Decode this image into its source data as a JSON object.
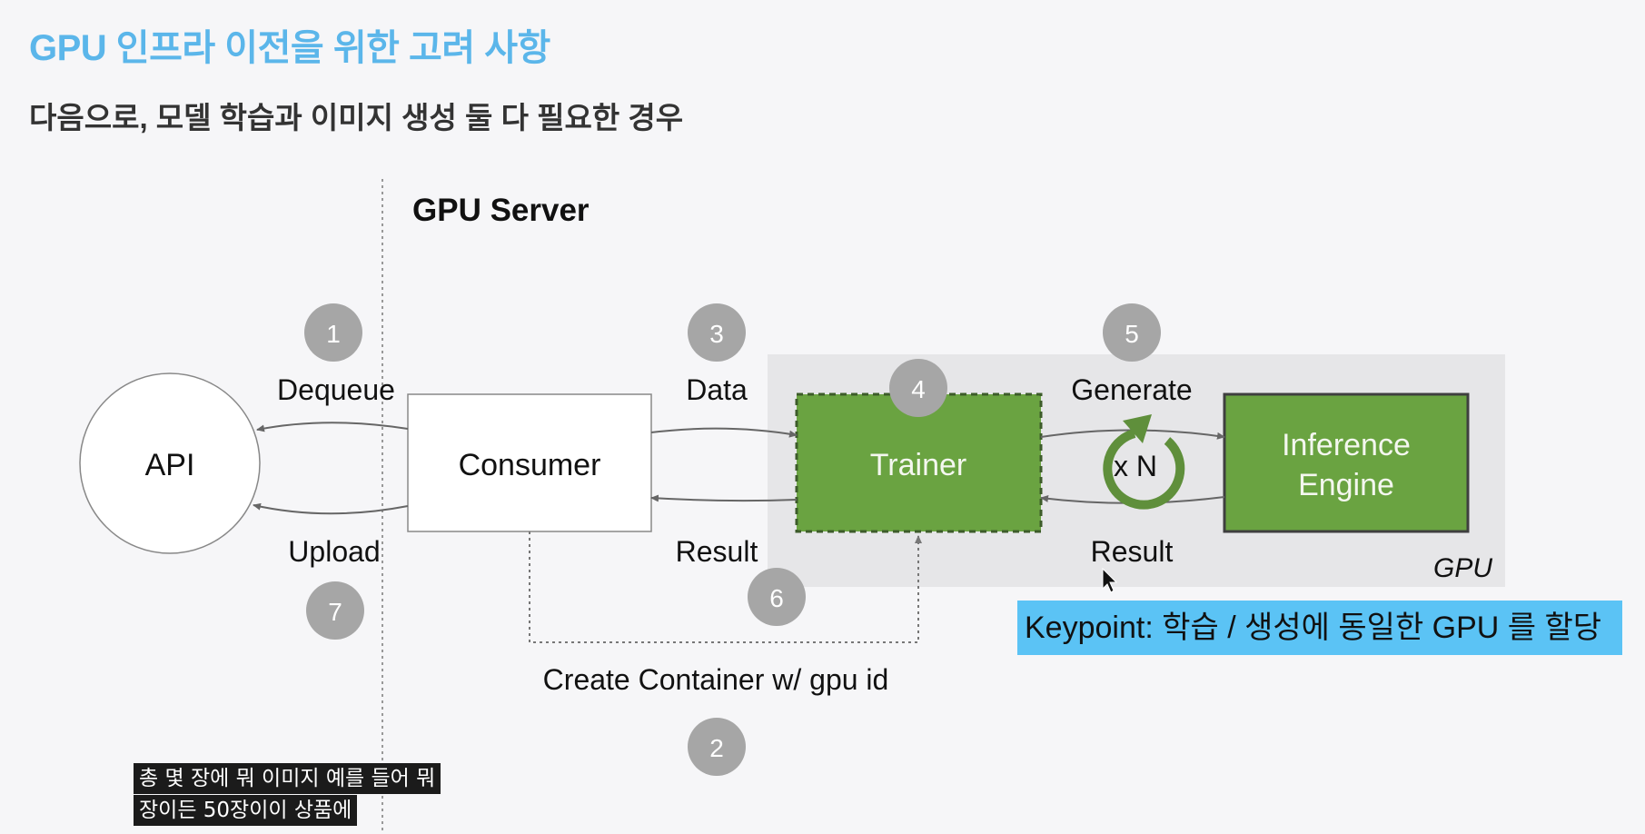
{
  "slide": {
    "title": "GPU 인프라 이전을 위한 고려 사항",
    "subtitle": "다음으로, 모델 학습과 이미지 생성 둘 다 필요한 경우"
  },
  "diagram": {
    "server_label": "GPU Server",
    "gpu_label": "GPU",
    "nodes": {
      "api": "API",
      "consumer": "Consumer",
      "trainer": "Trainer",
      "inference_line1": "Inference",
      "inference_line2": "Engine"
    },
    "edges": {
      "dequeue": "Dequeue",
      "upload": "Upload",
      "data": "Data",
      "result_left": "Result",
      "generate": "Generate",
      "result_right": "Result",
      "loop": "x N",
      "create_container": "Create Container w/ gpu id"
    },
    "steps": [
      "1",
      "2",
      "3",
      "4",
      "5",
      "6",
      "7"
    ],
    "keypoint": "Keypoint: 학습 / 생성에 동일한 GPU 를 할당"
  },
  "captions": {
    "line1": "총 몇 장에 뭐 이미지 예를 들어 뭐",
    "line2": "장이든 50장이이 상품에"
  },
  "colors": {
    "title": "#5bb6ea",
    "green": "#6aa341",
    "badge": "#a6a6a6",
    "keypoint_bg": "#5bc3f5",
    "gpu_area": "#e6e6e8"
  }
}
